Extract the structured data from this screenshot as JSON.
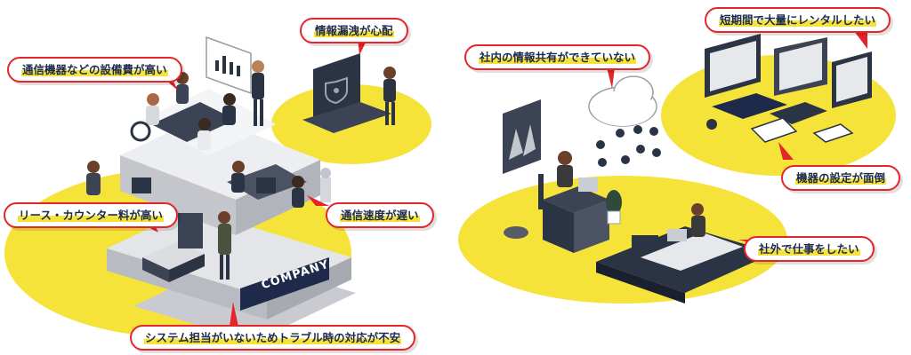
{
  "callouts": {
    "equipment_cost": "通信機器などの設備費が高い",
    "info_leak": "情報漏洩が心配",
    "lease_counter": "リース・カウンター料が高い",
    "slow_network": "通信速度が遅い",
    "no_admin": "システム担当がいないためトラブル時の対応が不安",
    "info_share": "社内の情報共有ができていない",
    "short_rental": "短期間で大量にレンタルしたい",
    "device_setup": "機器の設定が面倒",
    "remote_work": "社外で仕事をしたい"
  },
  "sign": {
    "company": "COMPANY"
  },
  "colors": {
    "accent_red": "#e5252a",
    "yellow": "#f5e33a",
    "navy": "#1d2a4a",
    "floor_gray": "#dcdde1"
  }
}
